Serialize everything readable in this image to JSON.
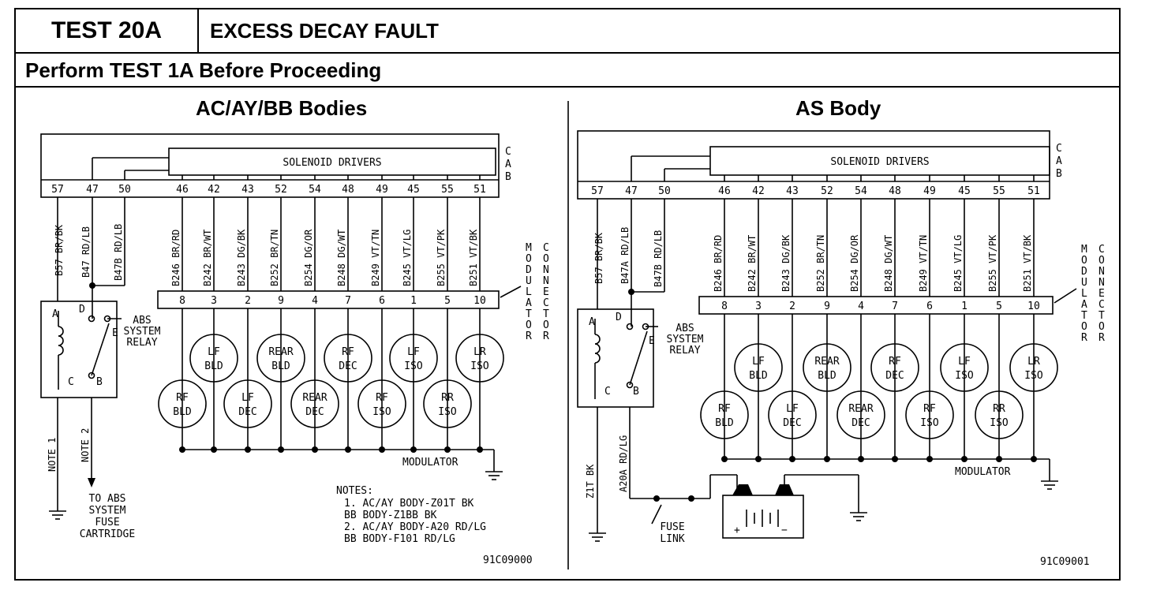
{
  "header": {
    "test_label": "TEST 20A",
    "title": "EXCESS DECAY FAULT",
    "subtitle": "Perform TEST 1A Before Proceeding"
  },
  "left": {
    "title": "AC/AY/BB Bodies",
    "solenoid_label": "SOLENOID DRIVERS",
    "cab_label": [
      "C",
      "A",
      "B"
    ],
    "cab_pins": [
      "57",
      "47",
      "50",
      "46",
      "42",
      "43",
      "52",
      "54",
      "48",
      "49",
      "45",
      "55",
      "51"
    ],
    "relay_wires": [
      "B57 BR/BK",
      "B47 RD/LB",
      "B47B RD/LB"
    ],
    "solenoid_wires": [
      "B246 BR/RD",
      "B242 BR/WT",
      "B243 DG/BK",
      "B252 BR/TN",
      "B254 DG/OR",
      "B248 DG/WT",
      "B249 VT/TN",
      "B245 VT/LG",
      "B255 VT/PK",
      "B251 VT/BK"
    ],
    "modulator_pins": [
      "8",
      "3",
      "2",
      "9",
      "4",
      "7",
      "6",
      "1",
      "5",
      "10"
    ],
    "modulator_connector_label": [
      "M",
      "O",
      "D",
      "U",
      "L",
      "A",
      "T",
      "O",
      "R"
    ],
    "connector_label": [
      "C",
      "O",
      "N",
      "N",
      "E",
      "C",
      "T",
      "O",
      "R"
    ],
    "relay_label": [
      "ABS",
      "SYSTEM",
      "RELAY"
    ],
    "relay_terminals": [
      "A",
      "D",
      "E",
      "C",
      "B"
    ],
    "coils_upper": [
      [
        "LF",
        "BLD"
      ],
      [
        "REAR",
        "BLD"
      ],
      [
        "RF",
        "DEC"
      ],
      [
        "LF",
        "ISO"
      ],
      [
        "LR",
        "ISO"
      ]
    ],
    "coils_lower": [
      [
        "RF",
        "BLD"
      ],
      [
        "LF",
        "DEC"
      ],
      [
        "REAR",
        "DEC"
      ],
      [
        "RF",
        "ISO"
      ],
      [
        "RR",
        "ISO"
      ]
    ],
    "modulator_label": "MODULATOR",
    "note1_label": "NOTE 1",
    "note2_label": "NOTE 2",
    "to_abs_label": [
      "TO ABS",
      "SYSTEM",
      "FUSE",
      "CARTRIDGE"
    ],
    "notes_title": "NOTES:",
    "notes": [
      "1. AC/AY BODY-Z01T BK",
      "   BB BODY-Z1BB BK",
      "2. AC/AY BODY-A20 RD/LG",
      "   BB BODY-F101 RD/LG"
    ],
    "figure_id": "91C09000"
  },
  "right": {
    "title": "AS Body",
    "solenoid_label": "SOLENOID DRIVERS",
    "cab_label": [
      "C",
      "A",
      "B"
    ],
    "cab_pins": [
      "57",
      "47",
      "50",
      "46",
      "42",
      "43",
      "52",
      "54",
      "48",
      "49",
      "45",
      "55",
      "51"
    ],
    "relay_wires": [
      "B57 BR/BK",
      "B47A RD/LB",
      "B47B RD/LB"
    ],
    "solenoid_wires": [
      "B246 BR/RD",
      "B242 BR/WT",
      "B243 DG/BK",
      "B252 BR/TN",
      "B254 DG/OR",
      "B248 DG/WT",
      "B249 VT/TN",
      "B245 VT/LG",
      "B255 VT/PK",
      "B251 VT/BK"
    ],
    "modulator_pins": [
      "8",
      "3",
      "2",
      "9",
      "4",
      "7",
      "6",
      "1",
      "5",
      "10"
    ],
    "modulator_connector_label": [
      "M",
      "O",
      "D",
      "U",
      "L",
      "A",
      "T",
      "O",
      "R"
    ],
    "connector_label": [
      "C",
      "O",
      "N",
      "N",
      "E",
      "C",
      "T",
      "O",
      "R"
    ],
    "relay_label": [
      "ABS",
      "SYSTEM",
      "RELAY"
    ],
    "relay_terminals": [
      "A",
      "D",
      "E",
      "C",
      "B"
    ],
    "coils_upper": [
      [
        "LF",
        "BLD"
      ],
      [
        "REAR",
        "BLD"
      ],
      [
        "RF",
        "DEC"
      ],
      [
        "LF",
        "ISO"
      ],
      [
        "LR",
        "ISO"
      ]
    ],
    "coils_lower": [
      [
        "RF",
        "BLD"
      ],
      [
        "LF",
        "DEC"
      ],
      [
        "REAR",
        "DEC"
      ],
      [
        "RF",
        "ISO"
      ],
      [
        "RR",
        "ISO"
      ]
    ],
    "modulator_label": "MODULATOR",
    "ground_wire": "Z1T BK",
    "power_wire": "A20A RD/LG",
    "fuse_link_label": [
      "FUSE",
      "LINK"
    ],
    "battery_plus": "+",
    "battery_minus": "−",
    "figure_id": "91C09001"
  }
}
